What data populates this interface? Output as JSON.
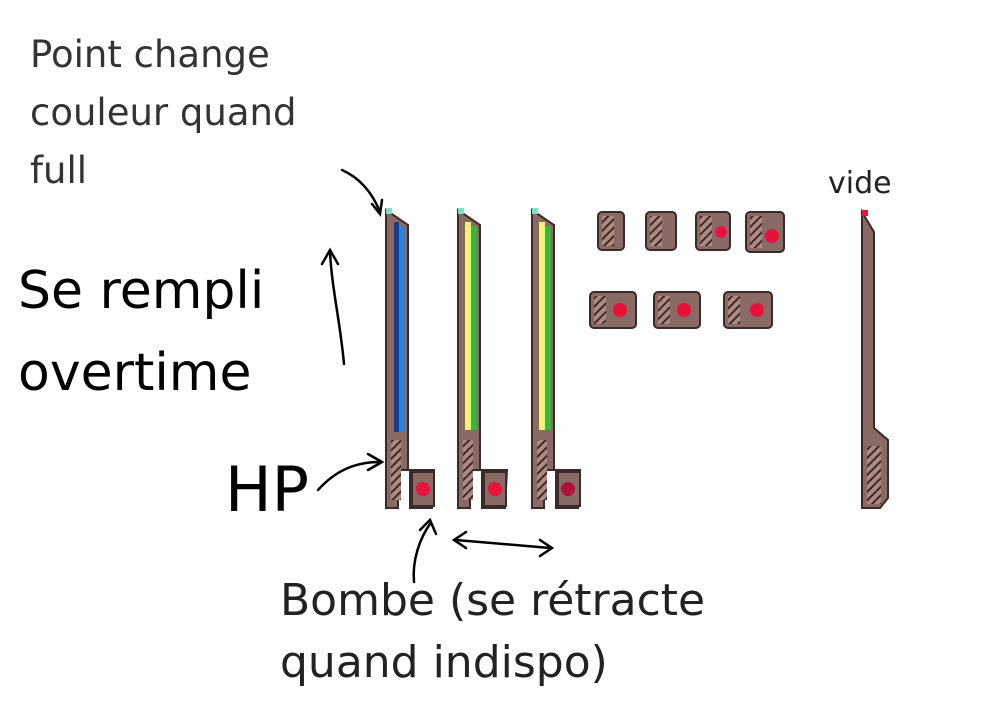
{
  "annotations": {
    "point_changes_color": "Point change\ncouleur quand\nfull",
    "fills_over_time": "Se rempli\novertime",
    "hp": "HP",
    "bomb": "Bombe (se rétracte\nquand indispo)",
    "empty": "vide"
  },
  "palette": {
    "frame": "#8a6a64",
    "outline": "#3a2a28",
    "bomb_dot": "#e8123a",
    "hatch": "#3a2a28"
  },
  "gauges": [
    {
      "fill": "blue",
      "fill_colors": [
        "#1a3a8a",
        "#2f7fd8"
      ],
      "tip": "#7fe0c0",
      "bomb_dot": "#e8123a"
    },
    {
      "fill": "yellow-green",
      "fill_colors": [
        "#f4f07a",
        "#38b838"
      ],
      "tip": "#7fe0c0",
      "bomb_dot": "#e8123a"
    },
    {
      "fill": "green",
      "fill_colors": [
        "#f4f07a",
        "#38b838"
      ],
      "tip": "#7fe0c0",
      "bomb_dot": "#b0123a"
    },
    {
      "fill": "none",
      "fill_colors": [],
      "tip": "#e8123a",
      "bomb_dot": ""
    }
  ],
  "bomb_states": {
    "row1": [
      "retracted",
      "half",
      "half-dot",
      "full-dot"
    ],
    "row2": [
      "full",
      "full",
      "full"
    ]
  }
}
